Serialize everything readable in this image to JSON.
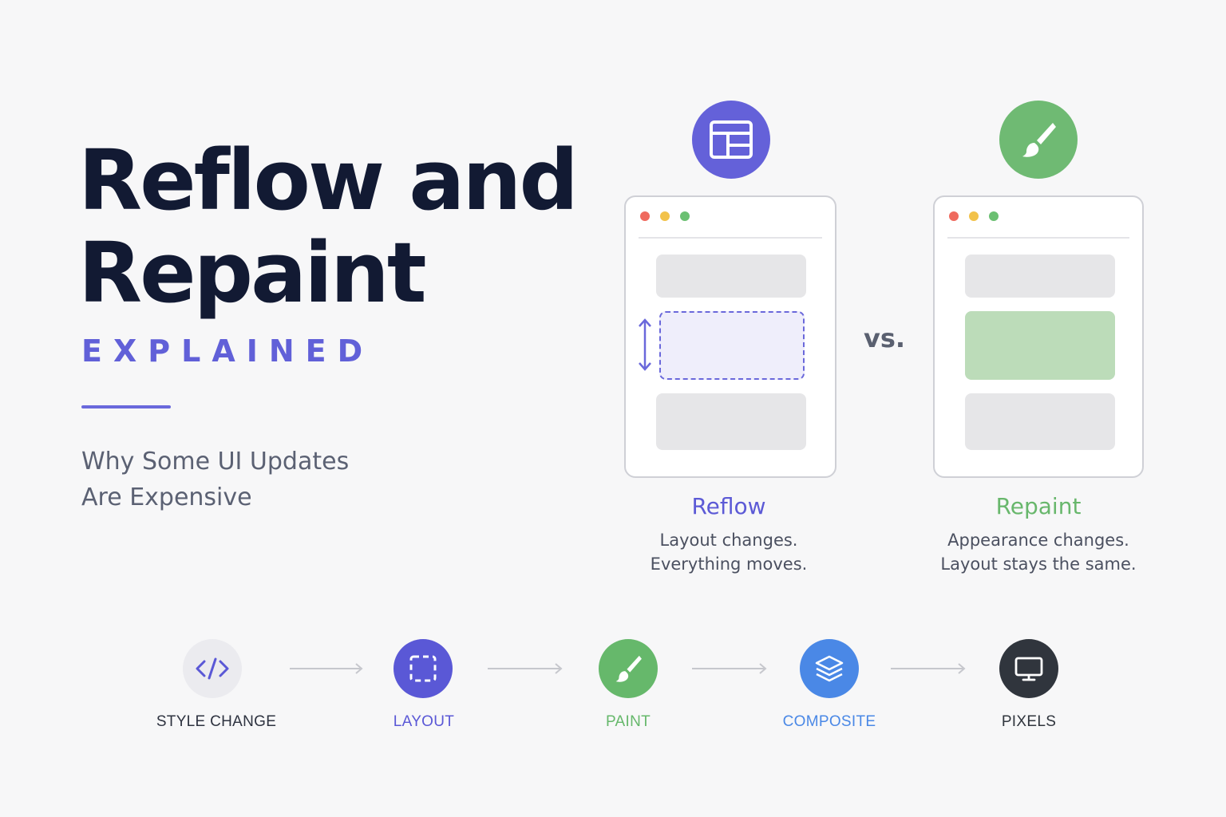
{
  "title": {
    "line1": "Reflow and",
    "line2": "Repaint"
  },
  "kicker": "EXPLAINED",
  "subtitle": {
    "line1": "Why Some UI Updates",
    "line2": "Are Expensive"
  },
  "vs": "vs.",
  "reflow": {
    "title": "Reflow",
    "desc_line1": "Layout changes.",
    "desc_line2": "Everything moves.",
    "icon": "layout-grid-icon",
    "color": "#6461d9"
  },
  "repaint": {
    "title": "Repaint",
    "desc_line1": "Appearance changes.",
    "desc_line2": "Layout stays the same.",
    "icon": "paintbrush-icon",
    "color": "#6fba73"
  },
  "pipeline": [
    {
      "label": "STYLE CHANGE",
      "icon": "code-icon",
      "color": "#2e3340"
    },
    {
      "label": "LAYOUT",
      "icon": "dashed-square-icon",
      "color": "#5a58d6"
    },
    {
      "label": "PAINT",
      "icon": "paintbrush-icon",
      "color": "#66b86b"
    },
    {
      "label": "COMPOSITE",
      "icon": "layers-icon",
      "color": "#4a88e6"
    },
    {
      "label": "PIXELS",
      "icon": "monitor-icon",
      "color": "#30353d"
    }
  ]
}
